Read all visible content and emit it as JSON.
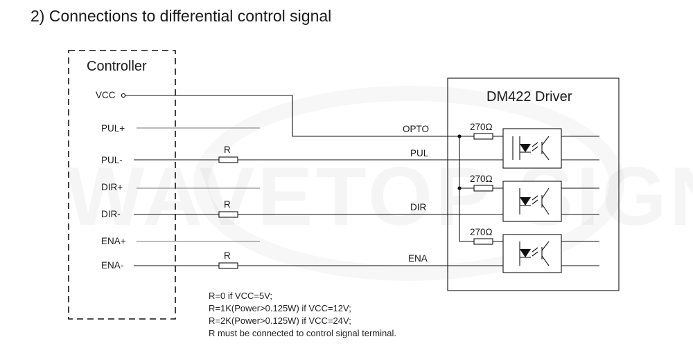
{
  "title": "2) Connections to differential control signal",
  "controller": {
    "label": "Controller",
    "vcc": "VCC",
    "signals": [
      "PUL+",
      "PUL-",
      "DIR+",
      "DIR-",
      "ENA+",
      "ENA-"
    ],
    "resistor_label": "R"
  },
  "driver": {
    "label": "DM422 Driver",
    "inputs": [
      "OPTO",
      "PUL",
      "DIR",
      "ENA"
    ],
    "resistor_value": "270Ω"
  },
  "watermark": "WAVETOP SIGN",
  "notes": [
    "R=0 if VCC=5V;",
    "R=1K(Power>0.125W) if VCC=12V;",
    "R=2K(Power>0.125W) if VCC=24V;",
    "R must be connected to control signal terminal."
  ]
}
